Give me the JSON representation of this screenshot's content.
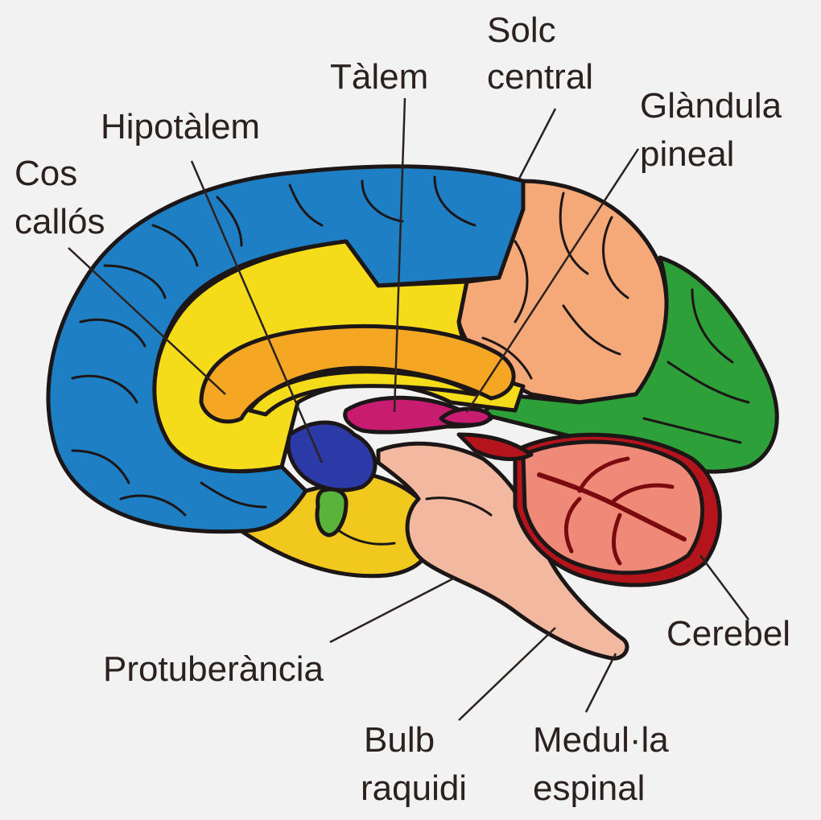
{
  "labels": {
    "solc_central_1": "Solc",
    "solc_central_2": "central",
    "talem": "Tàlem",
    "glandula_pineal_1": "Glàndula",
    "glandula_pineal_2": "pineal",
    "hipotalem": "Hipotàlem",
    "cos_callos_1": "Cos",
    "cos_callos_2": "callós",
    "protuberancia": "Protuberància",
    "cerebel": "Cerebel",
    "bulb_raquidi_1": "Bulb",
    "bulb_raquidi_2": "raquidi",
    "medulla_espinal_1": "Medul·la",
    "medulla_espinal_2": "espinal"
  },
  "colors": {
    "frontal_blue": "#1f7fc4",
    "cingulate_yellow": "#f5dc1a",
    "corpus_callosum_orange": "#f5a623",
    "parietal_peach": "#f5a878",
    "occipital_green": "#2ea03a",
    "temporal_yellow": "#f0c81e",
    "hypothalamus_blue": "#2c3aa8",
    "thalamus_magenta": "#c81c70",
    "brainstem_pink": "#f2b9a0",
    "cerebellum_salmon": "#f08a78",
    "cerebellum_red": "#b4141c",
    "pituitary_green": "#5ab43c"
  }
}
